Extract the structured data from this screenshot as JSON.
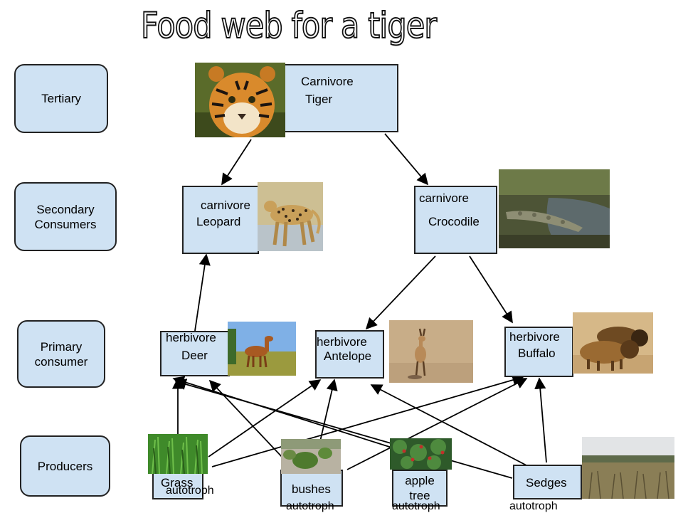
{
  "title": "Food web for a tiger",
  "levels": {
    "tertiary": "Tertiary",
    "secondary": "Secondary\nConsumers",
    "primary": "Primary\nconsumer",
    "producers": "Producers"
  },
  "nodes": {
    "tiger": {
      "role": "Carnivore",
      "name": "Tiger"
    },
    "leopard": {
      "role": "carnivore",
      "name": "Leopard"
    },
    "crocodile": {
      "role": "carnivore",
      "name": "Crocodile"
    },
    "deer": {
      "role": "herbivore",
      "name": "Deer"
    },
    "antelope": {
      "role": "herbivore",
      "name": "Antelope"
    },
    "buffalo": {
      "role": "herbivore",
      "name": "Buffalo"
    },
    "grass": {
      "name": "Grass",
      "tag": "autotroph"
    },
    "bushes": {
      "name": "bushes",
      "tag": "autotroph"
    },
    "apple_tree": {
      "name": "apple\ntree",
      "tag": "autotroph"
    },
    "sedges": {
      "name": "Sedges",
      "tag": "autotroph"
    }
  },
  "images": [
    "tiger-photo",
    "leopard-photo",
    "crocodile-photo",
    "deer-photo",
    "antelope-photo",
    "buffalo-photo",
    "grass-photo",
    "bushes-photo",
    "apple-tree-photo",
    "sedges-photo"
  ],
  "colors": {
    "box_fill": "#cfe2f3",
    "border": "#222222",
    "arrow": "#000000"
  }
}
